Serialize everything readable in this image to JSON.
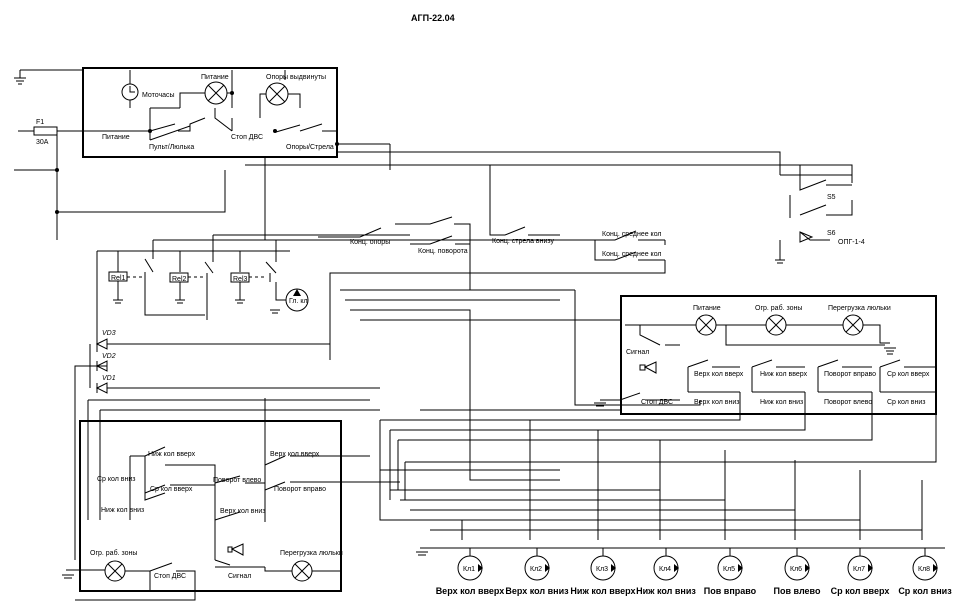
{
  "title": "АГП-22.04",
  "fuse": {
    "name": "F1",
    "rating": "30A"
  },
  "panel_top": {
    "hour_meter": "Моточасы",
    "power_lamp": "Питание",
    "supports_lamp": "Опоры выдвинуты",
    "power_switch": "Питание",
    "remote_switch": "Пульт/Люлька",
    "stop_engine": "Стоп ДВС",
    "supports_boom": "Опоры/Стрела"
  },
  "relays": [
    "Rel1",
    "Rel2",
    "Rel3"
  ],
  "valve": "Гл. кл",
  "limit_switches": {
    "supports": "Конц. опоры",
    "rotation": "Конц. поворота",
    "boom_down": "Конц. стрела внизу",
    "mid_knee_1": "Конц. среднее кол",
    "mid_knee_2": "Конц. среднее кол"
  },
  "s_block": {
    "s5": "S5",
    "s6": "S6",
    "opg": "ОПГ-1-4"
  },
  "diodes": [
    "VD3",
    "VD2",
    "VD1"
  ],
  "panel_basket": {
    "power_lamp": "Питание",
    "zone_lamp": "Огр. раб. зоны",
    "overload_lamp": "Перегрузка люльки",
    "signal": "Сигнал",
    "stop_engine": "Стоп ДВС",
    "switches_top": [
      "Верх кол вверх",
      "Ниж кол вверх",
      "Поворот вправо",
      "Ср кол вверх"
    ],
    "switches_bottom": [
      "Верх кол вниз",
      "Ниж кол вниз",
      "Поворот влево",
      "Ср кол вниз"
    ]
  },
  "panel_remote": {
    "low_up": "Ниж кол вверх",
    "mid_down": "Ср кол вниз",
    "mid_up": "Ср кол вверх",
    "low_down": "Ниж кол вниз",
    "up_up": "Верх кол вверх",
    "rot_left": "Поворот влево",
    "rot_right": "Поворот вправо",
    "up_down": "Верх кол вниз",
    "zone_lamp": "Огр. раб. зоны",
    "stop_engine": "Стоп ДВС",
    "signal": "Сигнал",
    "overload_lamp": "Перегрузка люльки"
  },
  "valves": [
    {
      "id": "Кл1",
      "label": "Верх кол вверх"
    },
    {
      "id": "Кл2",
      "label": "Верх кол вниз"
    },
    {
      "id": "Кл3",
      "label": "Ниж кол вверх"
    },
    {
      "id": "Кл4",
      "label": "Ниж кол вниз"
    },
    {
      "id": "Кл5",
      "label": "Пов вправо"
    },
    {
      "id": "Кл6",
      "label": "Пов влево"
    },
    {
      "id": "Кл7",
      "label": "Ср кол вверх"
    },
    {
      "id": "Кл8",
      "label": "Ср кол вниз"
    }
  ]
}
